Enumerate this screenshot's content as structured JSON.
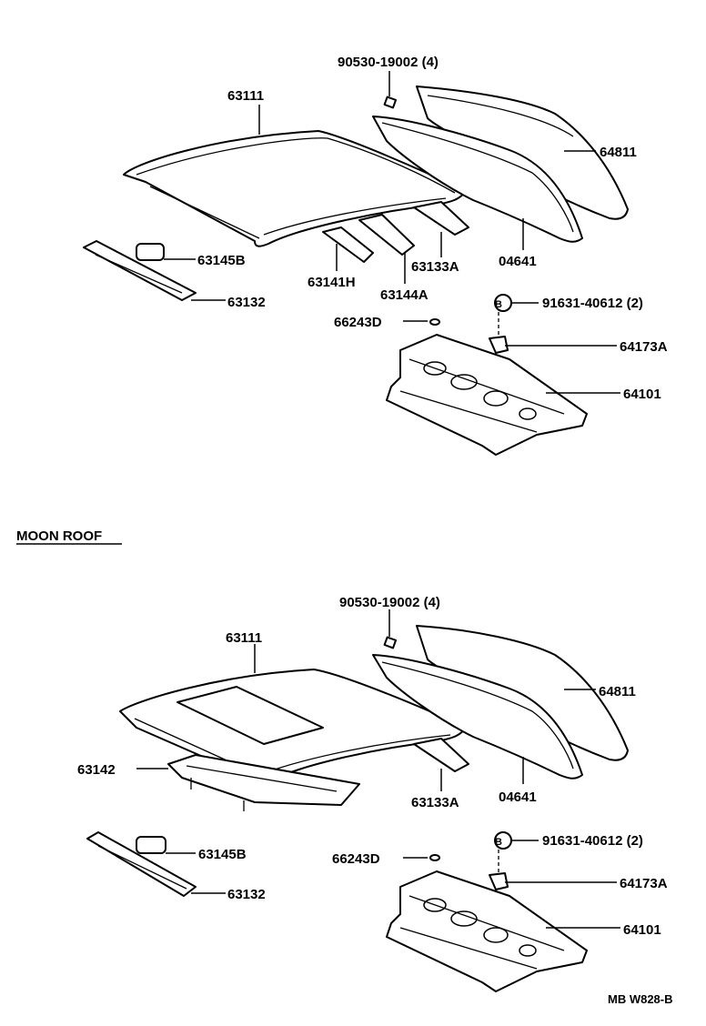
{
  "diagram_id": "MB W828-B",
  "moon_roof_section_title": "MOON ROOF",
  "upper": {
    "p63111": "63111",
    "p90530": "90530-19002 (4)",
    "p64811": "64811",
    "p04641": "04641",
    "p63133a": "63133A",
    "p63141h": "63141H",
    "p63144a": "63144A",
    "p63145b": "63145B",
    "p63132": "63132",
    "p66243d": "66243D",
    "p91631": "91631-40612 (2)",
    "p64173a": "64173A",
    "p64101": "64101",
    "b_marker": "B"
  },
  "lower": {
    "p63111": "63111",
    "p90530": "90530-19002 (4)",
    "p64811": "64811",
    "p04641": "04641",
    "p63133a": "63133A",
    "p63142": "63142",
    "p63145b": "63145B",
    "p63132": "63132",
    "p66243d": "66243D",
    "p91631": "91631-40612 (2)",
    "p64173a": "64173A",
    "p64101": "64101",
    "b_marker": "B"
  }
}
